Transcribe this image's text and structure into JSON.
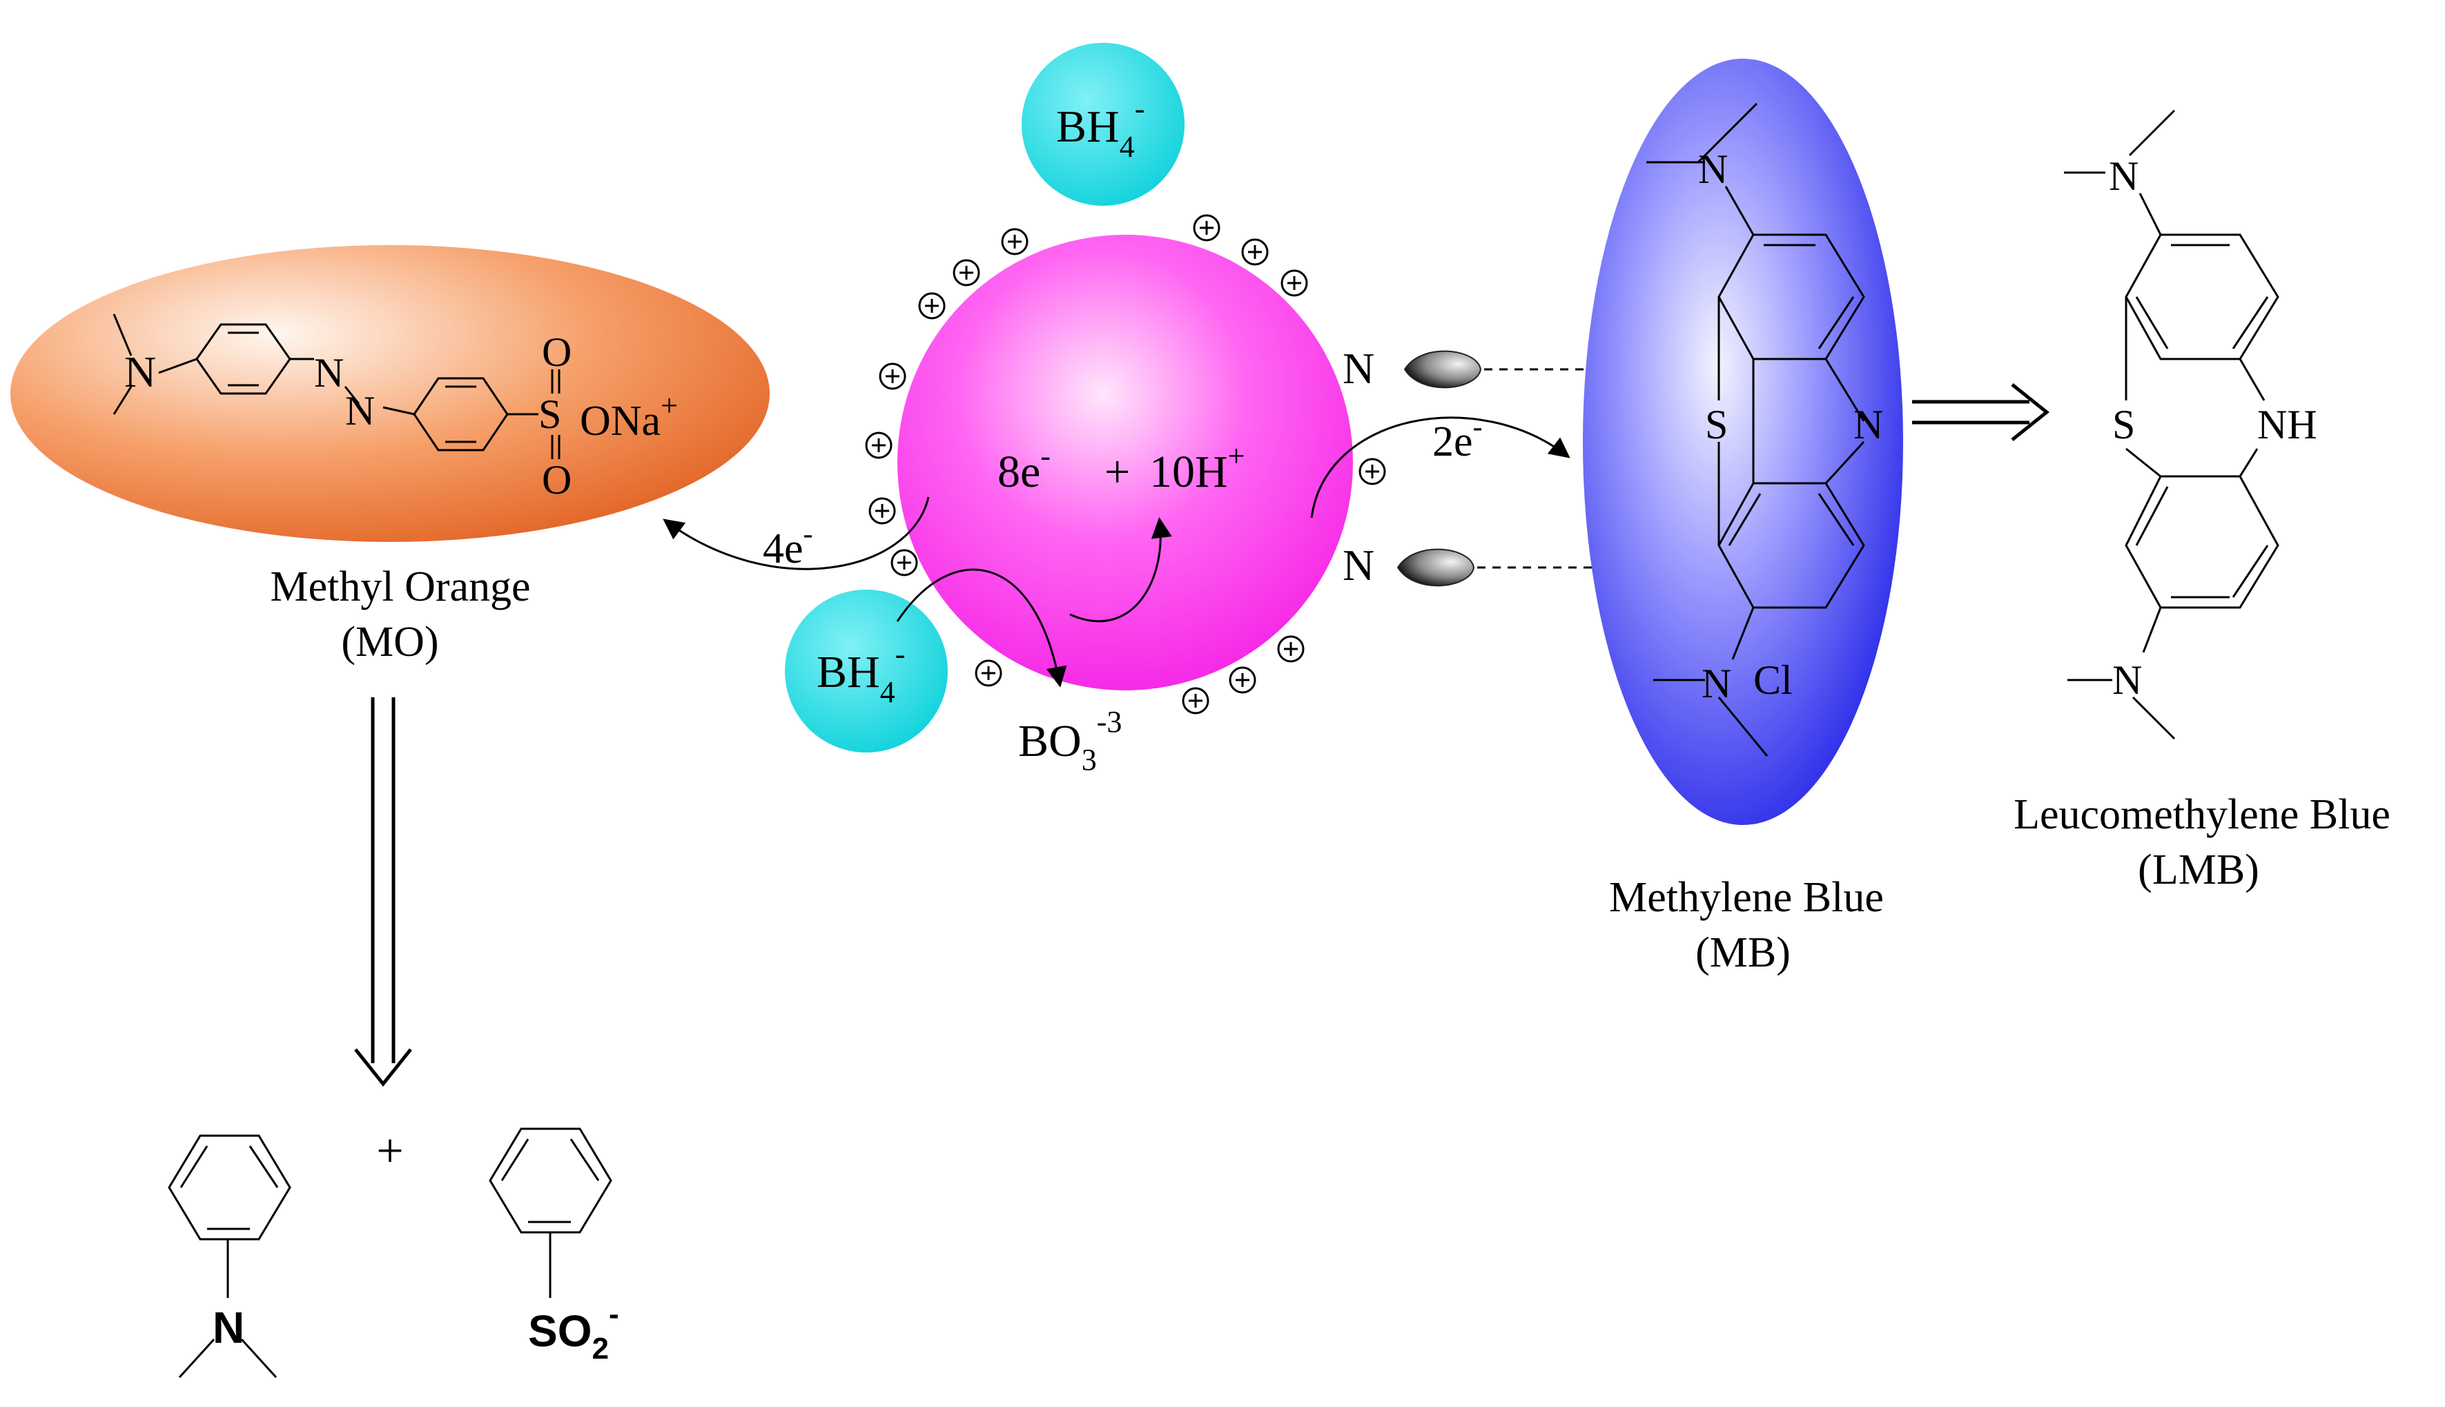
{
  "labels": {
    "bh4": "BH",
    "bh4_sub": "4",
    "bh4_sup": "-",
    "reaction_main": "8e",
    "reaction_main_sup": "-",
    "reaction_plus": "+",
    "reaction_h": "10H",
    "reaction_h_sup": "+",
    "electrons_4": "4e",
    "electrons_2": "2e",
    "electron_sup": "-",
    "borate": "BO",
    "borate_sub": "3",
    "borate_sup": "-3",
    "charge_symbol": "⊕",
    "nitrogen": "N",
    "mo_name": "Methyl Orange",
    "mo_abbr": "(MO)",
    "mb_name": "Methylene Blue",
    "mb_abbr": "(MB)",
    "lmb_name": "Leucomethylene Blue",
    "lmb_abbr": "(LMB)",
    "plus": "+",
    "so2": "SO",
    "so2_sub": "2",
    "so2_sup": "-",
    "mo_atoms": {
      "n": "N",
      "azo_n": "N",
      "s": "S",
      "o": "O",
      "ona": "ONa",
      "na_sup": "+"
    },
    "mb_atoms": {
      "n": "N",
      "s": "S",
      "cl": "Cl"
    },
    "lmb_atoms": {
      "n": "N",
      "s": "S",
      "nh": "NH"
    },
    "product_n": "N"
  },
  "colors": {
    "methyl_orange": "#f08a4b",
    "nanoparticle": "#ff33ee",
    "borohydride": "#22d8e0",
    "methylene_blue": "#2a2aee",
    "line": "#000000"
  },
  "icons": [
    "positive-charge-icon",
    "curved-arrow-icon",
    "double-arrow-icon",
    "drop-shape-icon"
  ]
}
